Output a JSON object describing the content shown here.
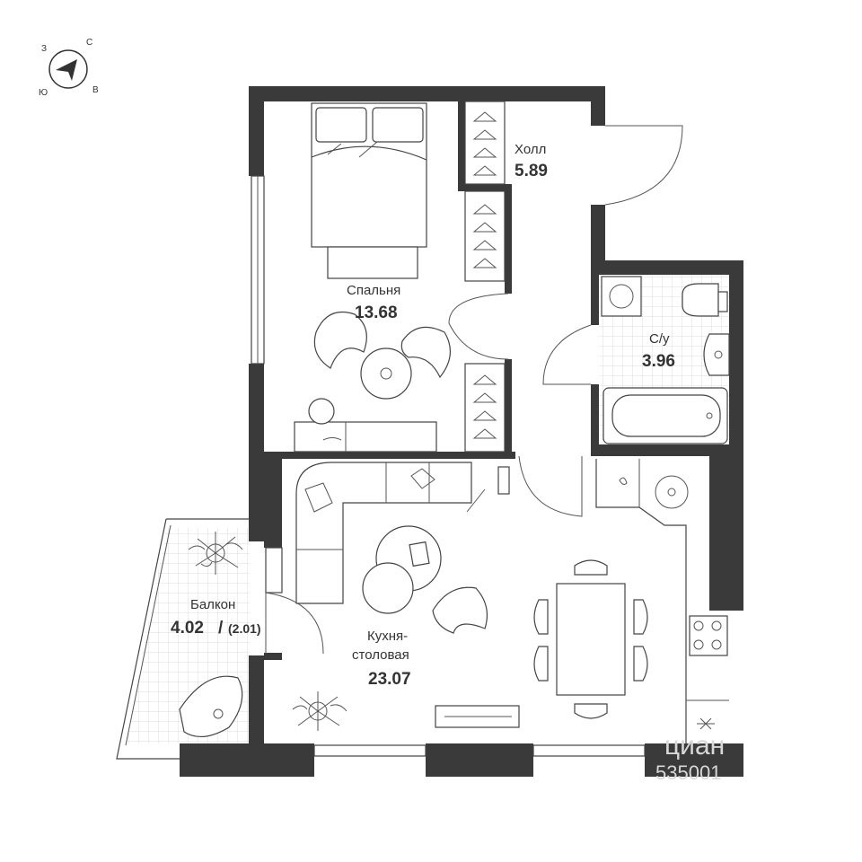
{
  "compass": {
    "north": "С",
    "south": "Ю",
    "east": "В",
    "west": "З"
  },
  "rooms": {
    "hall": {
      "name": "Холл",
      "area": "5.89"
    },
    "bedroom": {
      "name": "Спальня",
      "area": "13.68"
    },
    "bathroom": {
      "name": "С/у",
      "area": "3.96"
    },
    "kitchen": {
      "name_line1": "Кухня-",
      "name_line2": "столовая",
      "area": "23.07"
    },
    "balcony": {
      "name": "Балкон",
      "area": "4.02",
      "separator": "/",
      "reduced_area": "(2.01)"
    }
  },
  "watermark": {
    "line1": "циан",
    "line2": "535001"
  },
  "colors": {
    "wall": "#3a3a3a",
    "line": "#444444",
    "tile": "#dddddd"
  }
}
